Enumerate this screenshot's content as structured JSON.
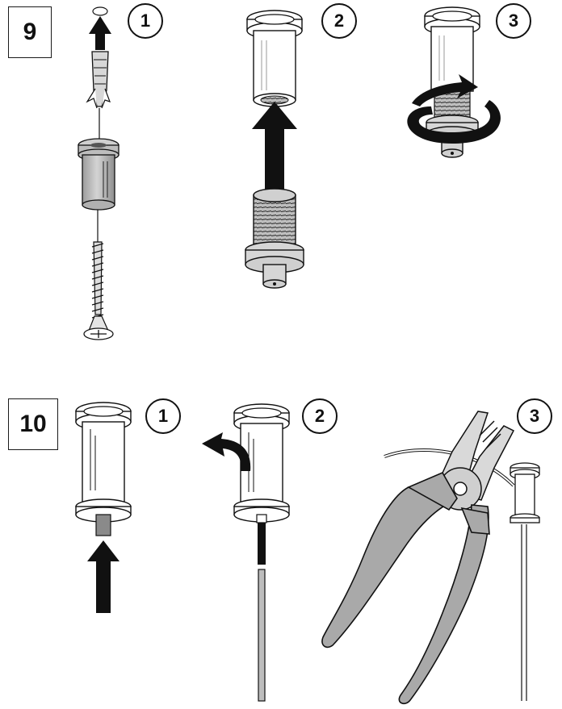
{
  "steps": [
    {
      "number": "9",
      "substeps": [
        "1",
        "2",
        "3"
      ]
    },
    {
      "number": "10",
      "substeps": [
        "1",
        "2",
        "3"
      ]
    }
  ],
  "colors": {
    "ink": "#111111",
    "part_light": "#ffffff",
    "part_grey": "#bdbdbd",
    "part_dark": "#8a8a8a",
    "pliers": "#a9a9a9"
  },
  "icons": [
    "arrow-up-icon",
    "rotate-arrow-icon",
    "bend-arrow-icon",
    "wall-plug-icon",
    "screw-icon",
    "sleeve-icon",
    "threaded-insert-icon",
    "cable-icon",
    "pliers-icon"
  ]
}
